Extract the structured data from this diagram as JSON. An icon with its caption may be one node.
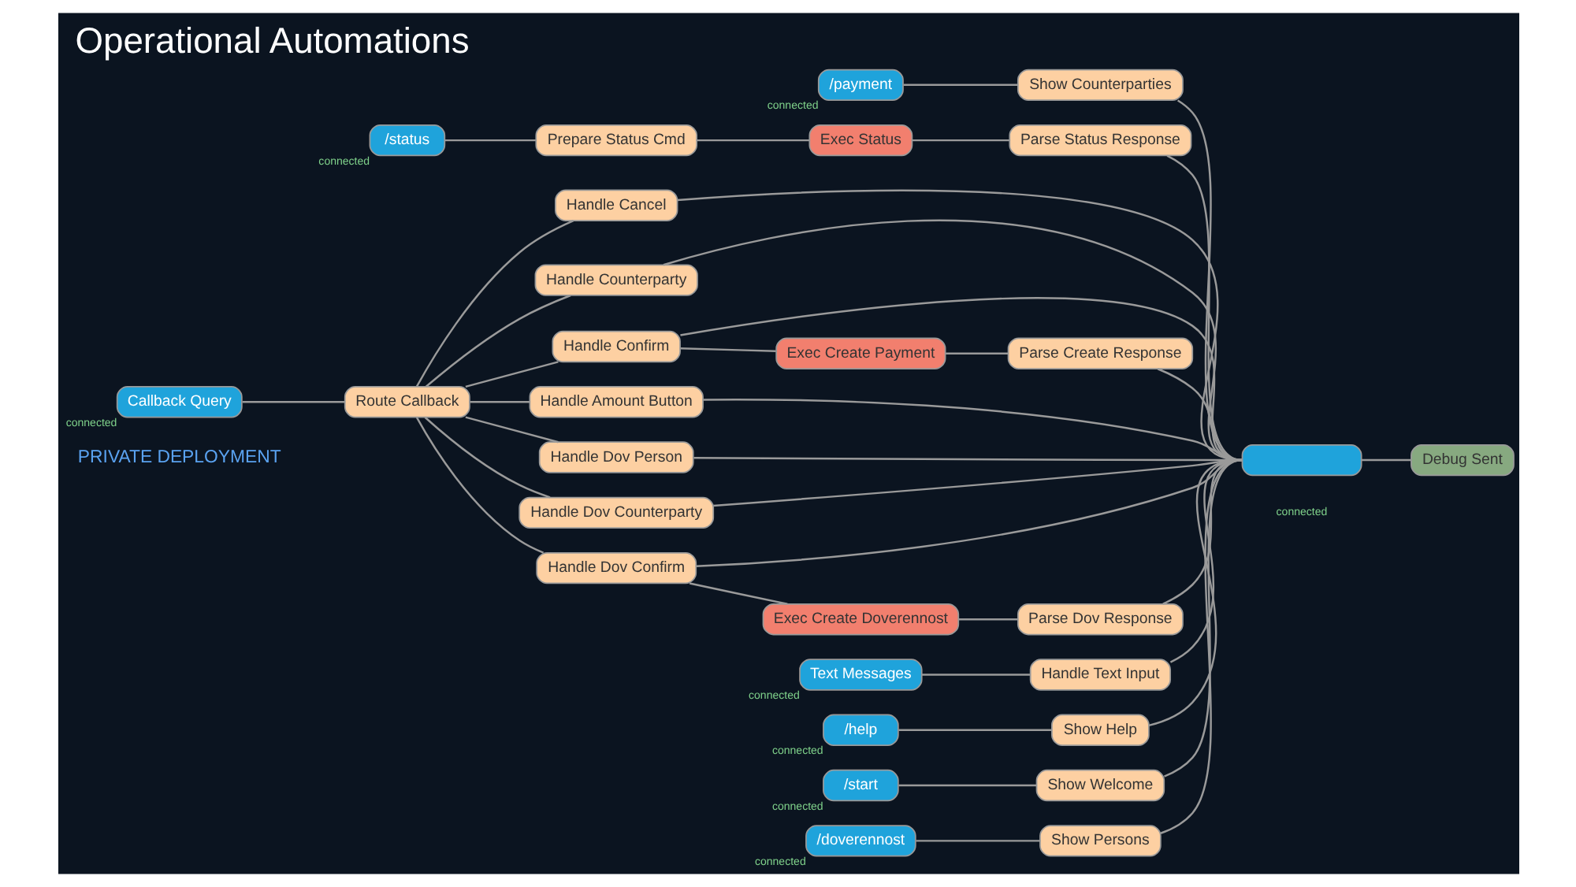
{
  "diagram": {
    "title": "Operational Automations",
    "nodes": [
      {
        "text": [
          "/payment"
        ],
        "beside": [
          "connected"
        ]
      },
      {
        "text": [
          "Show Counterparties"
        ]
      },
      {
        "text": [],
        "shape": "box",
        "beside": [
          "connected"
        ]
      },
      {
        "text": [
          "Debug Sent"
        ]
      },
      {
        "text": [
          "/status"
        ],
        "beside": [
          "connected"
        ]
      },
      {
        "text": [
          "Prepare Status Cmd"
        ]
      },
      {
        "text": [
          "Exec Status"
        ]
      },
      {
        "text": [
          "Parse Status Response"
        ]
      },
      {
        "text": [
          "Callback Query"
        ],
        "beside": [
          "connected"
        ]
      },
      {
        "text": [
          "Route Callback"
        ]
      },
      {
        "text": [
          "Handle Cancel"
        ]
      },
      {
        "text": [
          "Handle Counterparty"
        ]
      },
      {
        "text": [
          "Handle Confirm"
        ]
      },
      {
        "text": [
          "Exec Create Payment"
        ]
      },
      {
        "text": [
          "Parse Create Response"
        ]
      },
      {
        "text": [
          "Handle Amount Button"
        ]
      },
      {
        "text": [
          "Text Messages"
        ],
        "beside": [
          "connected"
        ]
      },
      {
        "text": [
          "Handle Text Input"
        ]
      },
      {
        "text": [
          "/help"
        ],
        "beside": [
          "connected"
        ]
      },
      {
        "text": [
          "Show Help"
        ]
      },
      {
        "text": [
          "/start"
        ],
        "beside": [
          "connected"
        ]
      },
      {
        "text": [
          "Show Welcome"
        ]
      },
      {
        "text": [
          "/doverennost"
        ],
        "beside": [
          "connected"
        ]
      },
      {
        "text": [
          "Show Persons"
        ]
      },
      {
        "text": [
          "Handle Dov Person"
        ]
      },
      {
        "text": [
          "Handle Dov Counterparty"
        ]
      },
      {
        "text": [
          "Handle Dov Confirm"
        ]
      },
      {
        "text": [
          "Exec Create Doverennost"
        ]
      },
      {
        "text": [
          "Parse Dov Response"
        ]
      }
    ],
    "edges": [
      {
        "from": 0,
        "to": 1,
        "arrow": "none"
      },
      {
        "from": 1,
        "to": 2,
        "arrow": "none"
      },
      {
        "from": 2,
        "to": 3,
        "arrow": "none"
      },
      {
        "from": 4,
        "to": 5,
        "arrow": "none"
      },
      {
        "from": 5,
        "to": 6,
        "arrow": "none"
      },
      {
        "from": 6,
        "to": 7,
        "arrow": "none"
      },
      {
        "from": 7,
        "to": 2,
        "arrow": "none"
      },
      {
        "from": 8,
        "to": 9,
        "arrow": "none"
      },
      {
        "from": 9,
        "to": 10,
        "arrow": "none"
      },
      {
        "from": 9,
        "to": 11,
        "arrow": "none"
      },
      {
        "from": 9,
        "to": 12,
        "arrow": "none"
      },
      {
        "from": 9,
        "to": 15,
        "arrow": "none"
      },
      {
        "from": 9,
        "to": 24,
        "arrow": "none"
      },
      {
        "from": 9,
        "to": 25,
        "arrow": "none"
      },
      {
        "from": 9,
        "to": 26,
        "arrow": "none"
      },
      {
        "from": 10,
        "to": 2,
        "arrow": "none"
      },
      {
        "from": 11,
        "to": 2,
        "arrow": "none"
      },
      {
        "from": 12,
        "to": 13,
        "arrow": "none"
      },
      {
        "from": 12,
        "to": 2,
        "arrow": "none"
      },
      {
        "from": 13,
        "to": 14,
        "arrow": "none"
      },
      {
        "from": 14,
        "to": 2,
        "arrow": "none"
      },
      {
        "from": 15,
        "to": 2,
        "arrow": "none"
      },
      {
        "from": 16,
        "to": 17,
        "arrow": "none"
      },
      {
        "from": 17,
        "to": 2,
        "arrow": "none"
      },
      {
        "from": 18,
        "to": 19,
        "arrow": "none"
      },
      {
        "from": 19,
        "to": 2,
        "arrow": "none"
      },
      {
        "from": 20,
        "to": 21,
        "arrow": "none"
      },
      {
        "from": 21,
        "to": 2,
        "arrow": "none"
      },
      {
        "from": 22,
        "to": 23,
        "arrow": "none"
      },
      {
        "from": 23,
        "to": 2,
        "arrow": "none"
      },
      {
        "from": 24,
        "to": 2,
        "arrow": "none"
      },
      {
        "from": 25,
        "to": 2,
        "arrow": "none"
      },
      {
        "from": 26,
        "to": 27,
        "arrow": "none"
      },
      {
        "from": 26,
        "to": 2,
        "arrow": "none"
      },
      {
        "from": 27,
        "to": 28,
        "arrow": "none"
      },
      {
        "from": 28,
        "to": 2,
        "arrow": "none"
      }
    ],
    "labels": [
      "PRIVATE DEPLOYMENT"
    ]
  }
}
